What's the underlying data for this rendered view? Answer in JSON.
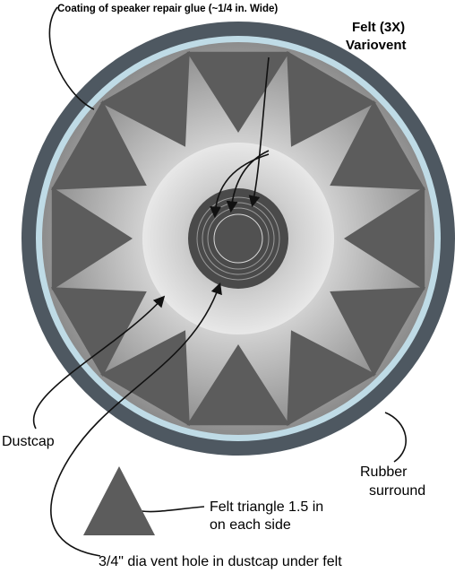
{
  "labels": {
    "glue": "Coating of speaker repair glue (~1/4 in. Wide)",
    "felt_line1": "Felt (3X)",
    "felt_line2": "Variovent",
    "dustcap": "Dustcap",
    "rubber_line1": "Rubber",
    "rubber_line2": "surround",
    "triangle_line1": "Felt triangle 1.5 in",
    "triangle_line2": "on each side",
    "vent_hole": "3/4\" dia vent hole in dustcap under felt"
  },
  "felt_triangle_count": 12,
  "variovent_felt_layers": 3,
  "colors": {
    "surround": "#4e5861",
    "glue": "#bfdbe6",
    "triangle": "#5c5c5c",
    "vent_center": "#4a4a4a",
    "cone_light": "#f2f2f2",
    "cone_dark": "#8a8a8a"
  }
}
